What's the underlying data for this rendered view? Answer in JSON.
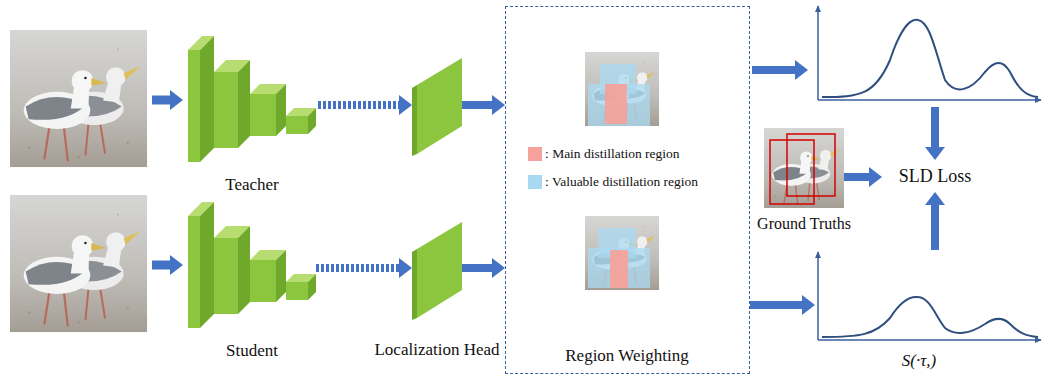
{
  "diagram": {
    "nodes": [
      {
        "text": [
          "Teacher"
        ]
      },
      {
        "text": [
          "Student"
        ]
      },
      {
        "text": [
          "Localization Head"
        ]
      },
      {
        "text": [
          "Region Weighting"
        ]
      },
      {
        "text": [
          "Ground Truths"
        ]
      },
      {
        "text": [
          "SLD Loss"
        ]
      },
      {
        "text": [
          "S(·τ,)"
        ]
      }
    ],
    "edges": [
      {
        "from": 1,
        "to": 2,
        "arrow": "to"
      },
      {
        "from": 2,
        "to": 3,
        "arrow": "to"
      },
      {
        "from": 3,
        "to": 6,
        "arrow": "to"
      },
      {
        "from": 4,
        "to": 5,
        "arrow": "to"
      },
      {
        "from": 6,
        "to": 5,
        "arrow": "to"
      }
    ],
    "legend": [
      {
        "text": ": Main distillation region",
        "color": "#f4a29b"
      },
      {
        "text": ": Valuable distillation region",
        "color": "#a9d9f2"
      }
    ]
  }
}
